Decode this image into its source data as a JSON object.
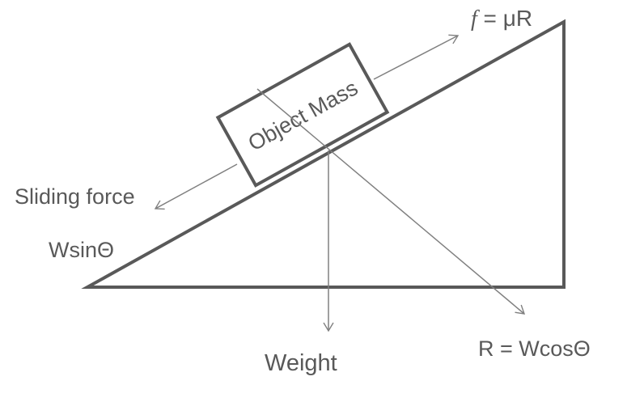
{
  "diagram": {
    "box_label": "Object Mass",
    "friction_symbol": "f",
    "friction_rest": " = μR",
    "sliding_label": "Sliding force",
    "wsin_label": "WsinΘ",
    "weight_label": "Weight",
    "reaction_label": "R = WcosΘ",
    "colors": {
      "stroke_main": "#595959",
      "arrow": "#808080",
      "text": "#595959"
    }
  }
}
